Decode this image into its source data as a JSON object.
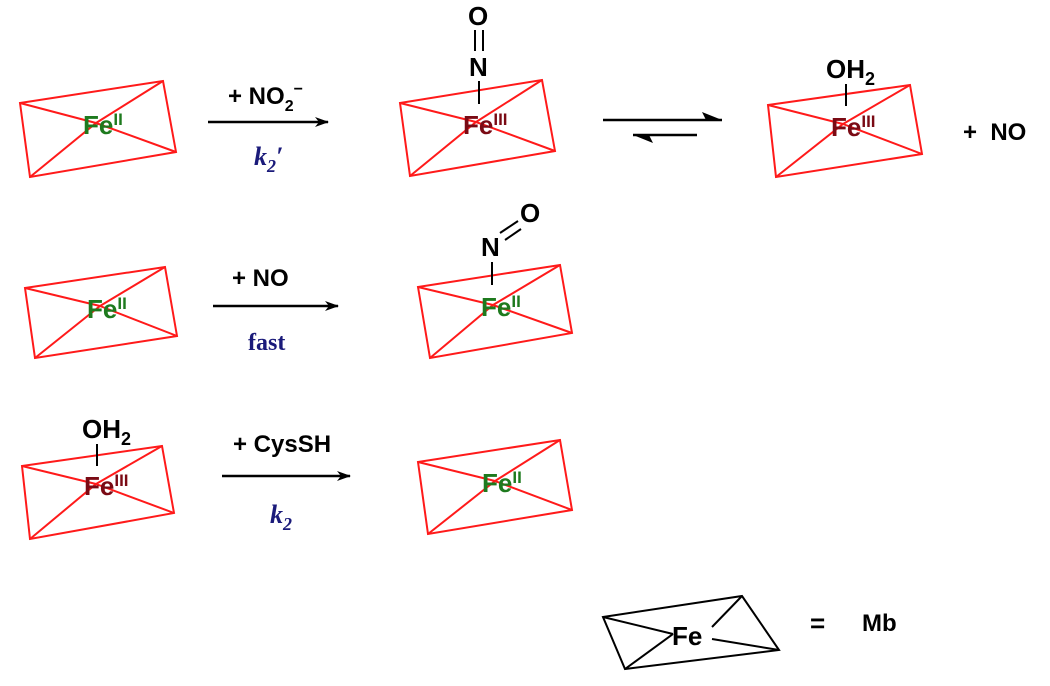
{
  "colors": {
    "porphyrin": "#ff1a1a",
    "fe_ii": "#1e7a1e",
    "fe_iii": "#7a0a14",
    "arrow_label": "#1a1a7a",
    "legend": "#000000"
  },
  "rows": [
    {
      "reactant": {
        "metal": "Fe",
        "ox": "II"
      },
      "reagent": "+ NO",
      "reagent_sub": "2",
      "reagent_sup": "−",
      "rate_k": "k",
      "rate_sub": "2",
      "rate_prime": "′",
      "product": {
        "ligand_n": "N",
        "ligand_o": "O",
        "metal": "Fe",
        "ox": "III"
      },
      "equilibrium_product": {
        "ligand": "OH",
        "ligand_sub": "2",
        "metal": "Fe",
        "ox": "III"
      },
      "coproduct": "+  NO"
    },
    {
      "reactant": {
        "metal": "Fe",
        "ox": "II"
      },
      "reagent": "+ NO",
      "rate": "fast",
      "product": {
        "ligand_n": "N",
        "ligand_o": "O",
        "metal": "Fe",
        "ox": "II"
      }
    },
    {
      "reactant": {
        "ligand": "OH",
        "ligand_sub": "2",
        "metal": "Fe",
        "ox": "III"
      },
      "reagent": "+ CysSH",
      "rate_k": "k",
      "rate_sub": "2",
      "product": {
        "metal": "Fe",
        "ox": "II"
      }
    }
  ],
  "legend": {
    "metal": "Fe",
    "equals": "=",
    "name": "Mb"
  }
}
